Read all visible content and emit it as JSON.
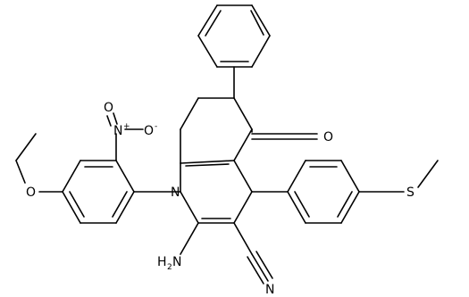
{
  "molecule": {
    "atom_labels": {
      "nitro_o_top": "O",
      "nitro_n": "N",
      "nitro_o_right": "O",
      "ether_o": "O",
      "ring_n": "N",
      "ketone_o": "O",
      "thioether_s": "S",
      "amine": "H",
      "amine_n": "N",
      "amine_sub": "2",
      "nitrile_n": "N"
    },
    "charges": {
      "nitro_n": "+",
      "nitro_o_right": "-"
    }
  }
}
